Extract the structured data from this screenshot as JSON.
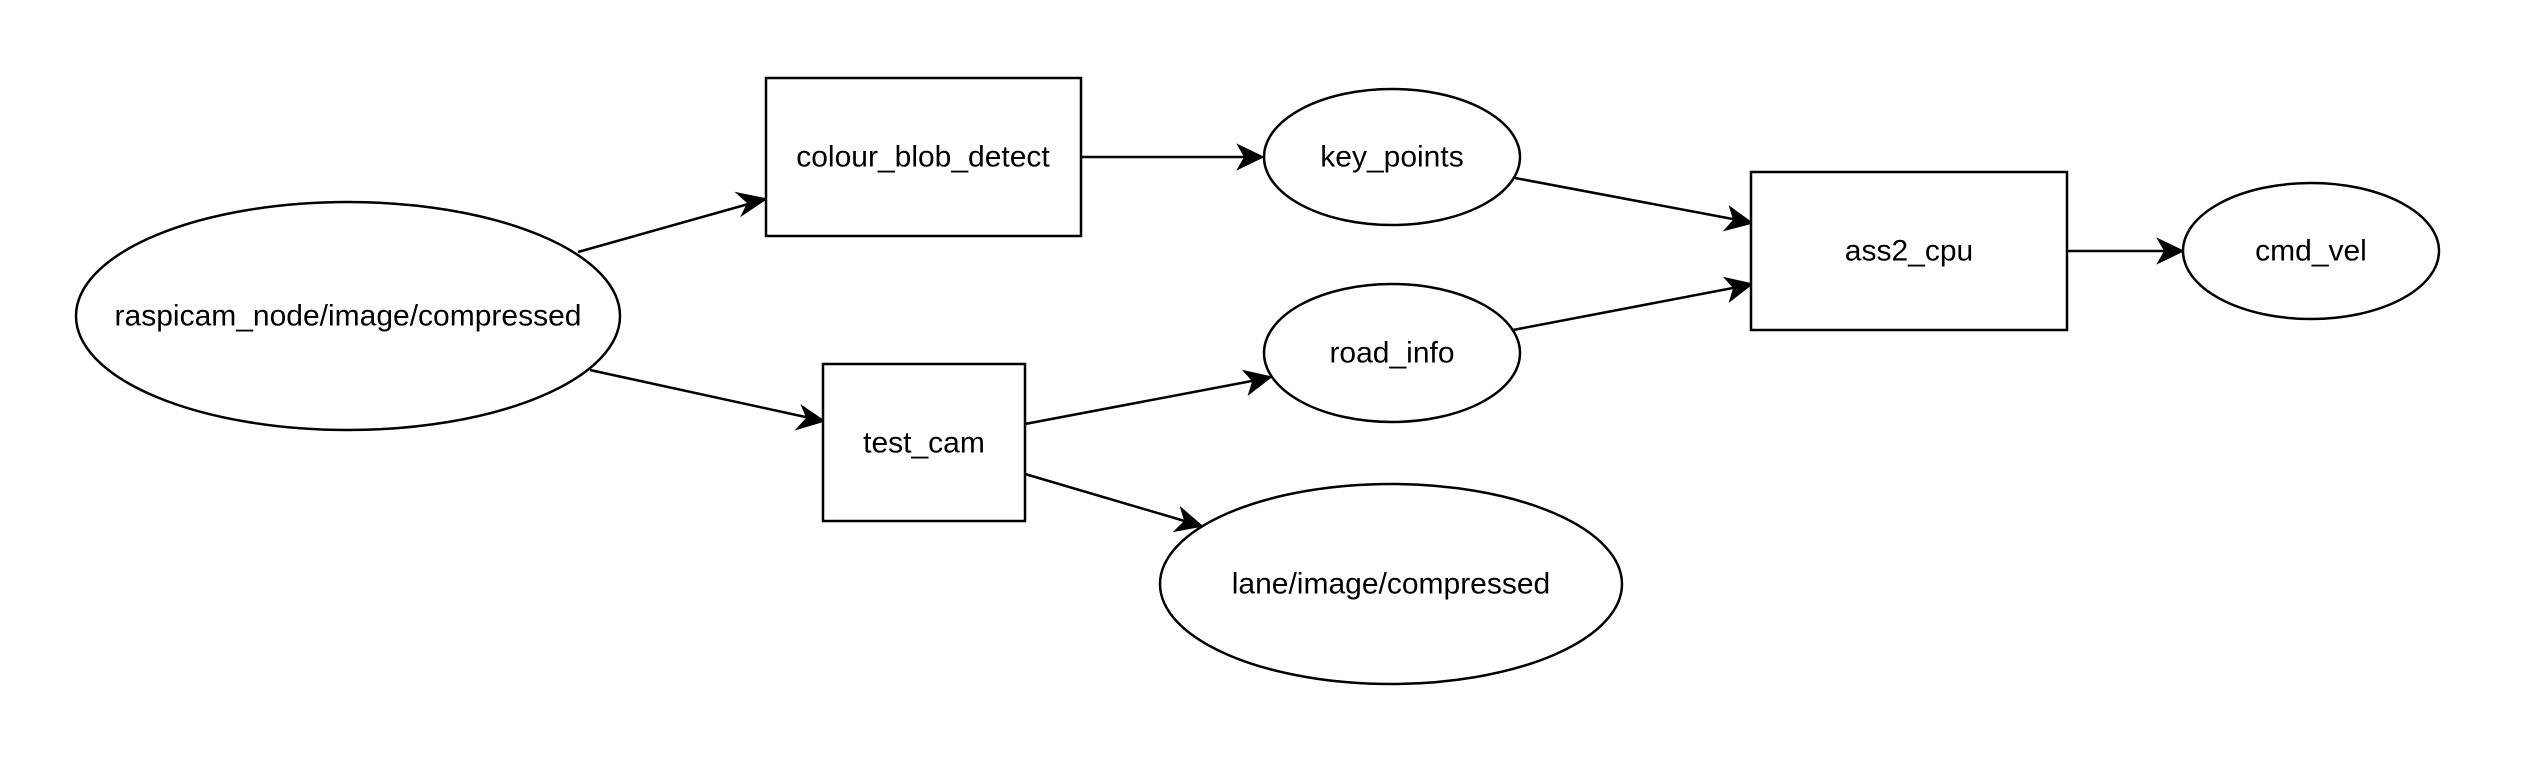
{
  "nodes": {
    "raspicam": {
      "label": "raspicam_node/image/compressed",
      "shape": "ellipse"
    },
    "colour_blob": {
      "label": "colour_blob_detect",
      "shape": "rectangle"
    },
    "test_cam": {
      "label": "test_cam",
      "shape": "rectangle"
    },
    "key_points": {
      "label": "key_points",
      "shape": "ellipse"
    },
    "road_info": {
      "label": "road_info",
      "shape": "ellipse"
    },
    "lane": {
      "label": "lane/image/compressed",
      "shape": "ellipse"
    },
    "ass2_cpu": {
      "label": "ass2_cpu",
      "shape": "rectangle"
    },
    "cmd_vel": {
      "label": "cmd_vel",
      "shape": "ellipse"
    }
  },
  "edges": [
    {
      "from": "raspicam",
      "to": "colour_blob"
    },
    {
      "from": "raspicam",
      "to": "test_cam"
    },
    {
      "from": "colour_blob",
      "to": "key_points"
    },
    {
      "from": "test_cam",
      "to": "road_info"
    },
    {
      "from": "test_cam",
      "to": "lane"
    },
    {
      "from": "key_points",
      "to": "ass2_cpu"
    },
    {
      "from": "road_info",
      "to": "ass2_cpu"
    },
    {
      "from": "ass2_cpu",
      "to": "cmd_vel"
    }
  ],
  "colors": {
    "stroke": "#000000",
    "fill": "#ffffff",
    "background": "#ffffff"
  }
}
